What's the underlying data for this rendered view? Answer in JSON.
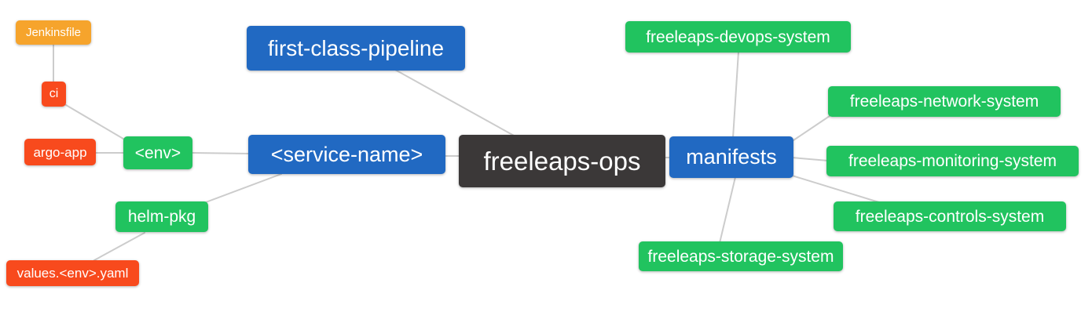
{
  "diagram": {
    "title": "freeleaps-ops repository mind map",
    "background_color": "#FFFFFF",
    "palette": {
      "root_node": "#3B3838",
      "branch_node_blue": "#2169C2",
      "leaf_node_green": "#21C35F",
      "leaf_node_red": "#F84A1D",
      "leaf_node_orange": "#F6A42C",
      "edge_line": "#CCCCCC",
      "node_text": "#FFFFFF"
    },
    "nodes": {
      "freeleaps_ops": {
        "label": "freeleaps-ops"
      },
      "first_class_pipeline": {
        "label": "first-class-pipeline"
      },
      "service_name": {
        "label": "<service-name>"
      },
      "env": {
        "label": "<env>"
      },
      "ci": {
        "label": "ci"
      },
      "jenkinsfile": {
        "label": "Jenkinsfile"
      },
      "argo_app": {
        "label": "argo-app"
      },
      "helm_pkg": {
        "label": "helm-pkg"
      },
      "values_env_yaml": {
        "label": "values.<env>.yaml"
      },
      "manifests": {
        "label": "manifests"
      },
      "devops_system": {
        "label": "freeleaps-devops-system"
      },
      "network_system": {
        "label": "freeleaps-network-system"
      },
      "monitoring_system": {
        "label": "freeleaps-monitoring-system"
      },
      "controls_system": {
        "label": "freeleaps-controls-system"
      },
      "storage_system": {
        "label": "freeleaps-storage-system"
      }
    },
    "edges": [
      [
        "jenkinsfile",
        "ci"
      ],
      [
        "ci",
        "env"
      ],
      [
        "argo_app",
        "env"
      ],
      [
        "env",
        "service_name"
      ],
      [
        "helm_pkg",
        "service_name"
      ],
      [
        "values_env_yaml",
        "helm_pkg"
      ],
      [
        "first_class_pipeline",
        "freeleaps_ops"
      ],
      [
        "service_name",
        "freeleaps_ops"
      ],
      [
        "freeleaps_ops",
        "manifests"
      ],
      [
        "manifests",
        "devops_system"
      ],
      [
        "manifests",
        "network_system"
      ],
      [
        "manifests",
        "monitoring_system"
      ],
      [
        "manifests",
        "controls_system"
      ],
      [
        "manifests",
        "storage_system"
      ]
    ]
  }
}
